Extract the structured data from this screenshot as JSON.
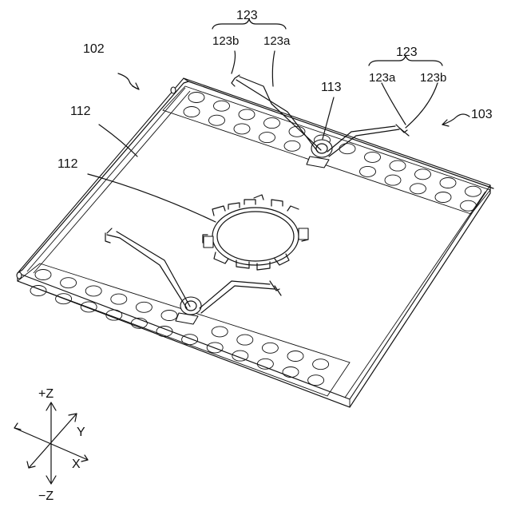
{
  "labels": {
    "panel_left": "102",
    "panel_right": "103",
    "plate_upper": "112",
    "plate_lower": "112",
    "fixture": "113",
    "spring_left_group": "123",
    "spring_left_b": "123b",
    "spring_left_a": "123a",
    "spring_right_group": "123",
    "spring_right_a": "123a",
    "spring_right_b": "123b"
  },
  "axes": {
    "pos_z": "+Z",
    "neg_z": "−Z",
    "y": "Y",
    "x": "X"
  },
  "colors": {
    "line": "#111111",
    "background": "#ffffff"
  }
}
